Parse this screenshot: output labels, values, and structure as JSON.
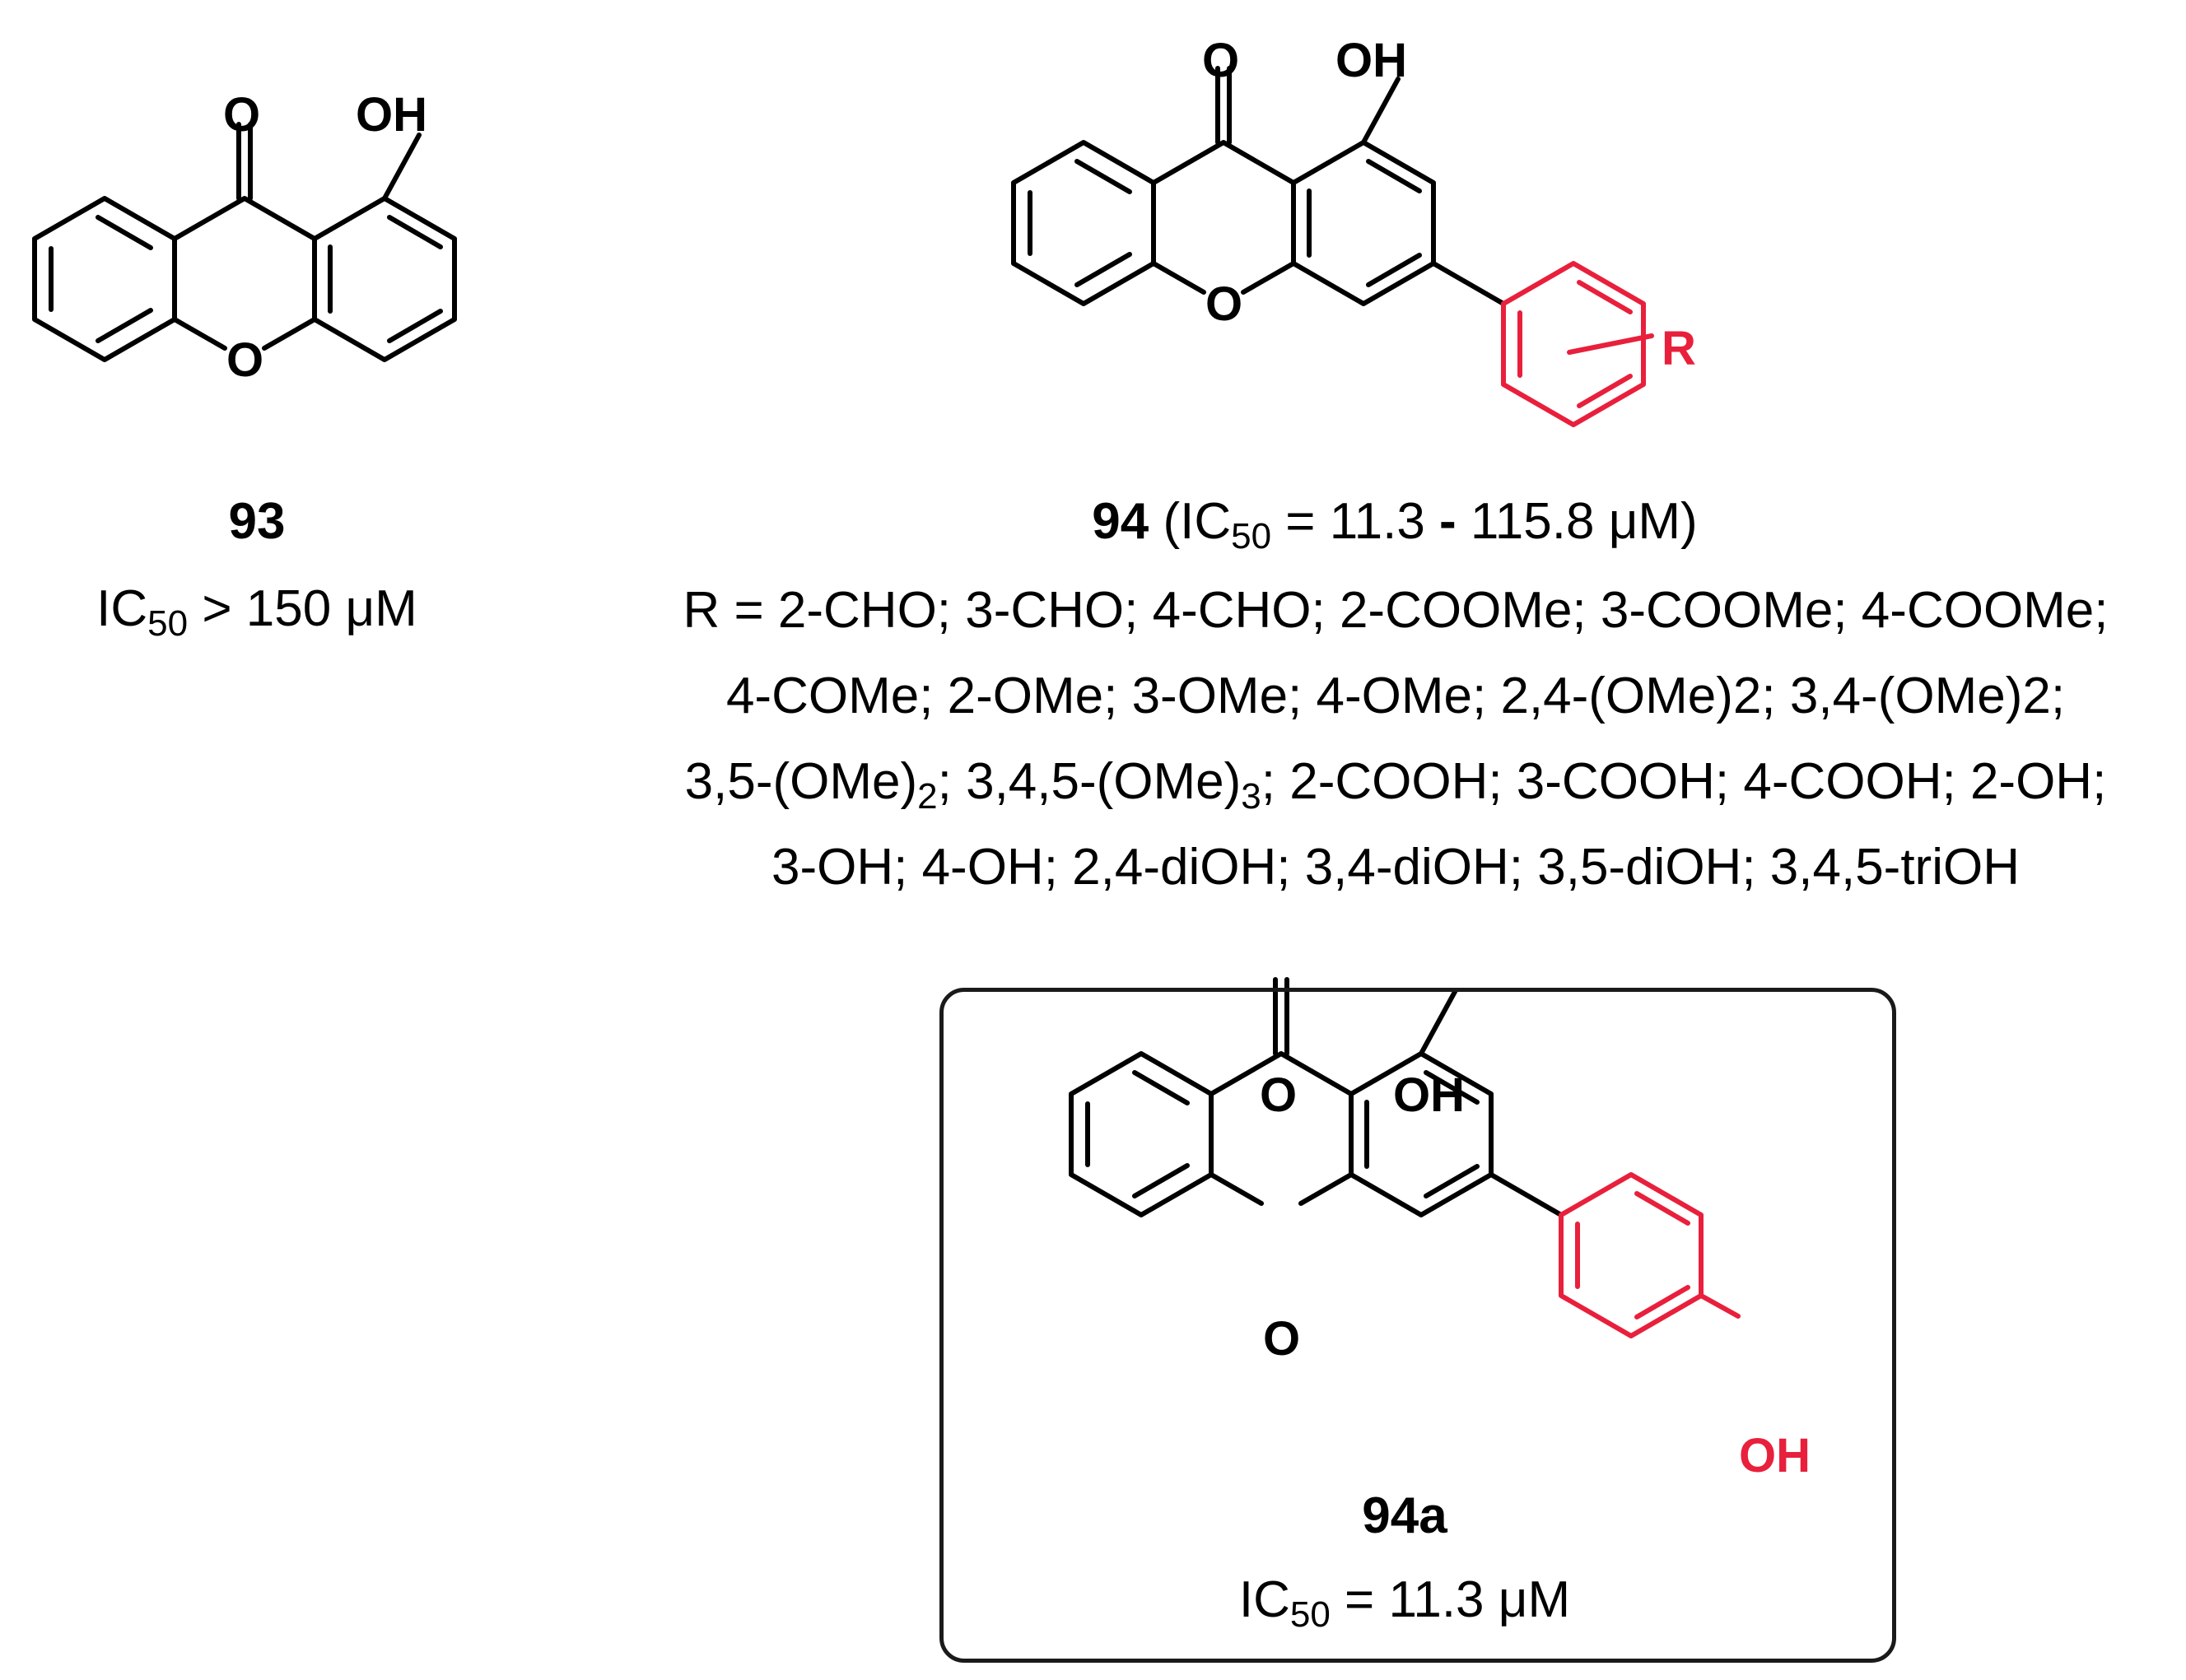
{
  "compounds": {
    "c93": {
      "id": "93",
      "ic50_prefix": "IC",
      "ic50_sub": "50",
      "ic50_suffix": " > 150 μM",
      "atoms": {
        "carbonyl_o": "O",
        "hydroxyl": "OH",
        "ring_o": "O"
      }
    },
    "c94": {
      "id": "94",
      "ic50_open": " (IC",
      "ic50_sub": "50",
      "ic50_range": " = 11.3 ",
      "ic50_dash": "-",
      "ic50_end": " 115.8 μM)",
      "atoms": {
        "carbonyl_o": "O",
        "hydroxyl": "OH",
        "ring_o": "O",
        "substituent": "R"
      },
      "r_lines": [
        "R = 2-CHO; 3-CHO; 4-CHO; 2-COOMe; 3-COOMe; 4-COOMe;",
        "4-COMe; 2-OMe; 3-OMe; 4-OMe; 2,4-(OMe)2; 3,4-(OMe)2;",
        "3,5-(OMe)",
        "2",
        "; 3,4,5-(OMe)",
        "3",
        "; 2-COOH; 3-COOH; 4-COOH; 2-OH;",
        "3-OH; 4-OH; 2,4-diOH; 3,4-diOH; 3,5-diOH; 3,4,5-triOH"
      ]
    },
    "c94a": {
      "id": "94a",
      "ic50_prefix": "IC",
      "ic50_sub": "50",
      "ic50_suffix": " = 11.3 μM",
      "atoms": {
        "carbonyl_o": "O",
        "hydroxyl": "OH",
        "ring_o": "O",
        "phenol_oh": "OH"
      }
    }
  },
  "colors": {
    "bond": "#000000",
    "highlight": "#e8203c",
    "box_border": "#1a1a1a"
  }
}
